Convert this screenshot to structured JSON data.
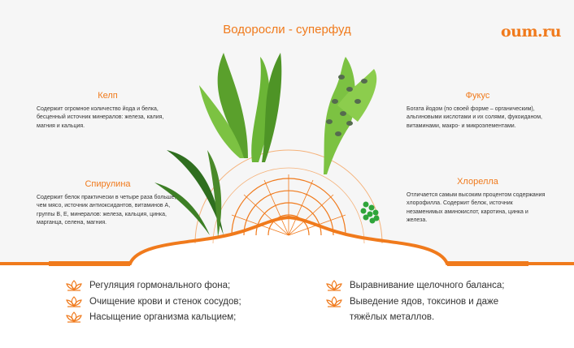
{
  "title": "Водоросли - суперфуд",
  "logo": "oum.ru",
  "colors": {
    "accent": "#f07a1c",
    "green": "#5aa02c",
    "dark_green": "#2f6e1f"
  },
  "cards": {
    "kelp": {
      "title": "Келп",
      "text": "Содержит огромное количество йода и белка, бесценный источник минералов: железа, калия, магния и кальция."
    },
    "spirulina": {
      "title": "Спирулина",
      "text": "Содержит белок практически в четыре раза больше, чем мясо, источник антиоксидантов, витаминов А, группы В, Е, минералов: железа, кальция, цинка, марганца, селена, магния."
    },
    "fucus": {
      "title": "Фукус",
      "text": "Богата йодом (по своей форме – органическим), альгиновыми кислотами и их солями, фукоиданом, витаминами, макро- и микроэлементами."
    },
    "chlorella": {
      "title": "Хлорелла",
      "text": "Отличается самым высоким процентом содержания хлорофилла. Содержит белок, источник незаменимых аминокислот, каротина, цинка и железа."
    }
  },
  "benefits_left": [
    {
      "icon": "lotus-icon",
      "text": "Регуляция гормонального фона;"
    },
    {
      "icon": "lotus-icon",
      "text": "Очищение крови и стенок сосудов;"
    },
    {
      "icon": "lotus-icon",
      "text": "Насыщение организма кальцием;"
    }
  ],
  "benefits_right": [
    {
      "icon": "lotus-icon",
      "text": "Выравнивание щелочного баланса;"
    },
    {
      "icon": "lotus-icon",
      "text": "Выведение ядов, токсинов и даже тяжёлых металлов."
    }
  ]
}
